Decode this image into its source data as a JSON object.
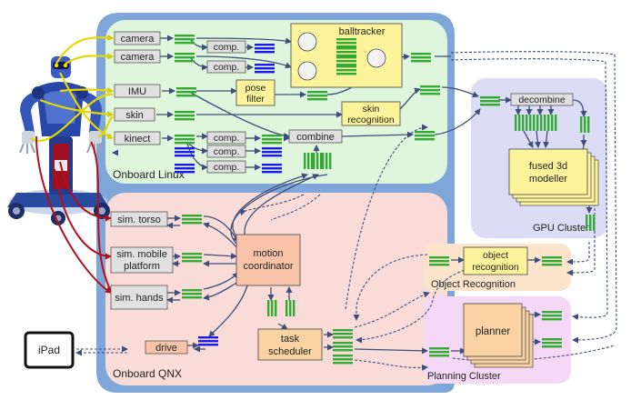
{
  "regions": {
    "onboard_linux": "Onboard Linux",
    "onboard_qnx": "Onboard QNX",
    "gpu_cluster": "GPU Cluster",
    "object_recognition": "Object Recognition",
    "planning_cluster": "Planning Cluster"
  },
  "sensors": {
    "camera1": "camera",
    "camera2": "camera",
    "imu": "IMU",
    "skin": "skin",
    "kinect": "kinect"
  },
  "processing": {
    "comp1": "comp.",
    "comp2": "comp.",
    "comp3": "comp.",
    "comp4": "comp.",
    "comp5": "comp.",
    "balltracker": "balltracker",
    "pose_filter_l1": "pose",
    "pose_filter_l2": "filter",
    "skin_recognition_l1": "skin",
    "skin_recognition_l2": "recognition",
    "combine": "combine",
    "decombine": "decombine",
    "fused_l1": "fused 3d",
    "fused_l2": "modeller",
    "object_recognition_l1": "object",
    "object_recognition_l2": "recognition",
    "planner": "planner"
  },
  "qnx": {
    "sim_torso": "sim. torso",
    "sim_mobile_l1": "sim. mobile",
    "sim_mobile_l2": "platform",
    "sim_hands": "sim. hands",
    "motion_l1": "motion",
    "motion_l2": "coordinator",
    "task_l1": "task",
    "task_l2": "scheduler",
    "drive": "drive"
  },
  "devices": {
    "ipad": "iPad"
  },
  "colors": {
    "blue_frame": "#7fa6d8",
    "linux_bg": "#dff5dc",
    "qnx_bg": "#f9dcd8",
    "gpu_bg": "#dcdcf6",
    "objrec_bg": "#fbe3cc",
    "planning_bg": "#f5d8f5",
    "yellow_box": "#fdf39a",
    "salmon_box": "#f8c3a8",
    "orange_box": "#f9d3a3",
    "gray_box": "#e0e0e0",
    "queue_green": "#33aa33",
    "queue_blue": "#1a1aee",
    "arrow_dark": "#3d4f7a",
    "yellow_wire": "#e5d800",
    "red_wire": "#b01020"
  },
  "icons": [
    "humanoid-robot-image",
    "queue-icon",
    "tablet-icon"
  ]
}
